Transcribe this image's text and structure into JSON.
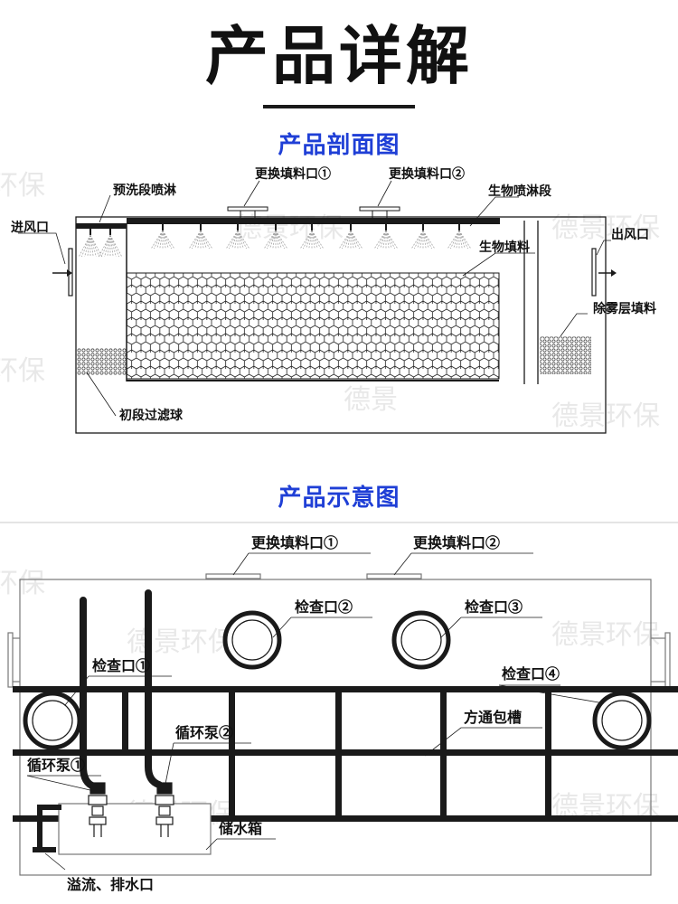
{
  "page": {
    "title": "产品详解",
    "section1_title": "产品剖面图",
    "section2_title": "产品示意图"
  },
  "watermark": {
    "brand": "德景环保",
    "brand_partial": "环保",
    "brand_head": "德景"
  },
  "section_view": {
    "labels": {
      "pre_wash_spray": "预洗段喷淋",
      "replace_port_1": "更换填料口①",
      "replace_port_2": "更换填料口②",
      "bio_spray": "生物喷淋段",
      "inlet": "进风口",
      "outlet": "出风口",
      "bio_filler": "生物填料",
      "demist_filler": "除雾层填料",
      "primary_filter": "初段过滤球"
    }
  },
  "schematic_view": {
    "labels": {
      "replace_port_1": "更换填料口①",
      "replace_port_2": "更换填料口②",
      "inspect_port_2": "检查口②",
      "inspect_port_3": "检查口③",
      "inspect_port_1": "检查口①",
      "inspect_port_4": "检查口④",
      "square_channel": "方通包槽",
      "pump_2": "循环泵②",
      "pump_1": "循环泵①",
      "water_tank": "储水箱",
      "overflow_drain": "溢流、排水口"
    }
  },
  "colors": {
    "title": "#111111",
    "subtitle": "#1f3fd6",
    "line": "#1a1a1a",
    "spray": "#9a9a9a",
    "watermark": "#d6d6d6"
  }
}
